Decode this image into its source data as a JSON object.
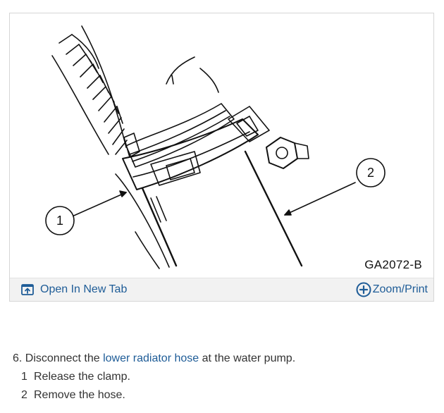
{
  "figure": {
    "code": "GA2072-B",
    "callouts": [
      "1",
      "2"
    ],
    "toolbar": {
      "open_tab_label": "Open In New Tab",
      "open_tab_icon": "open-in-new-tab-icon",
      "zoom_print_label": "Zoom/Print",
      "zoom_icon": "circle-plus-icon"
    }
  },
  "procedure": {
    "step_number": "6.",
    "text_before": "Disconnect the",
    "link_text": "lower radiator hose",
    "text_after": "at the water pump.",
    "substeps": [
      {
        "num": "1",
        "text": "Release the clamp."
      },
      {
        "num": "2",
        "text": "Remove the hose."
      }
    ]
  },
  "colors": {
    "link": "#1e5c97",
    "toolbar_bg": "#f2f2f2",
    "text": "#333333"
  }
}
